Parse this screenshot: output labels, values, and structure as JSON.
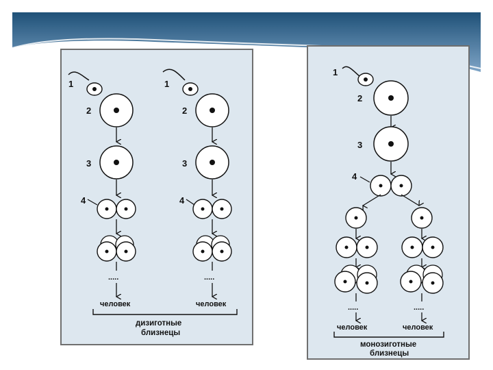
{
  "colors": {
    "banner_top": "#1f5178",
    "banner_bottom": "#7ea4c6",
    "panel_bg": "#dde7ef",
    "panel_border": "#6f6f6f"
  },
  "left_panel": {
    "stage_labels": [
      "1",
      "2",
      "3",
      "4"
    ],
    "ellipsis": ".....",
    "result_label": "человек",
    "caption": [
      "дизиготные",
      "близнецы"
    ]
  },
  "right_panel": {
    "stage_labels": [
      "1",
      "2",
      "3",
      "4"
    ],
    "ellipsis": ".....",
    "result_label": "человек",
    "caption": [
      "монозиготные",
      "близнецы"
    ]
  }
}
